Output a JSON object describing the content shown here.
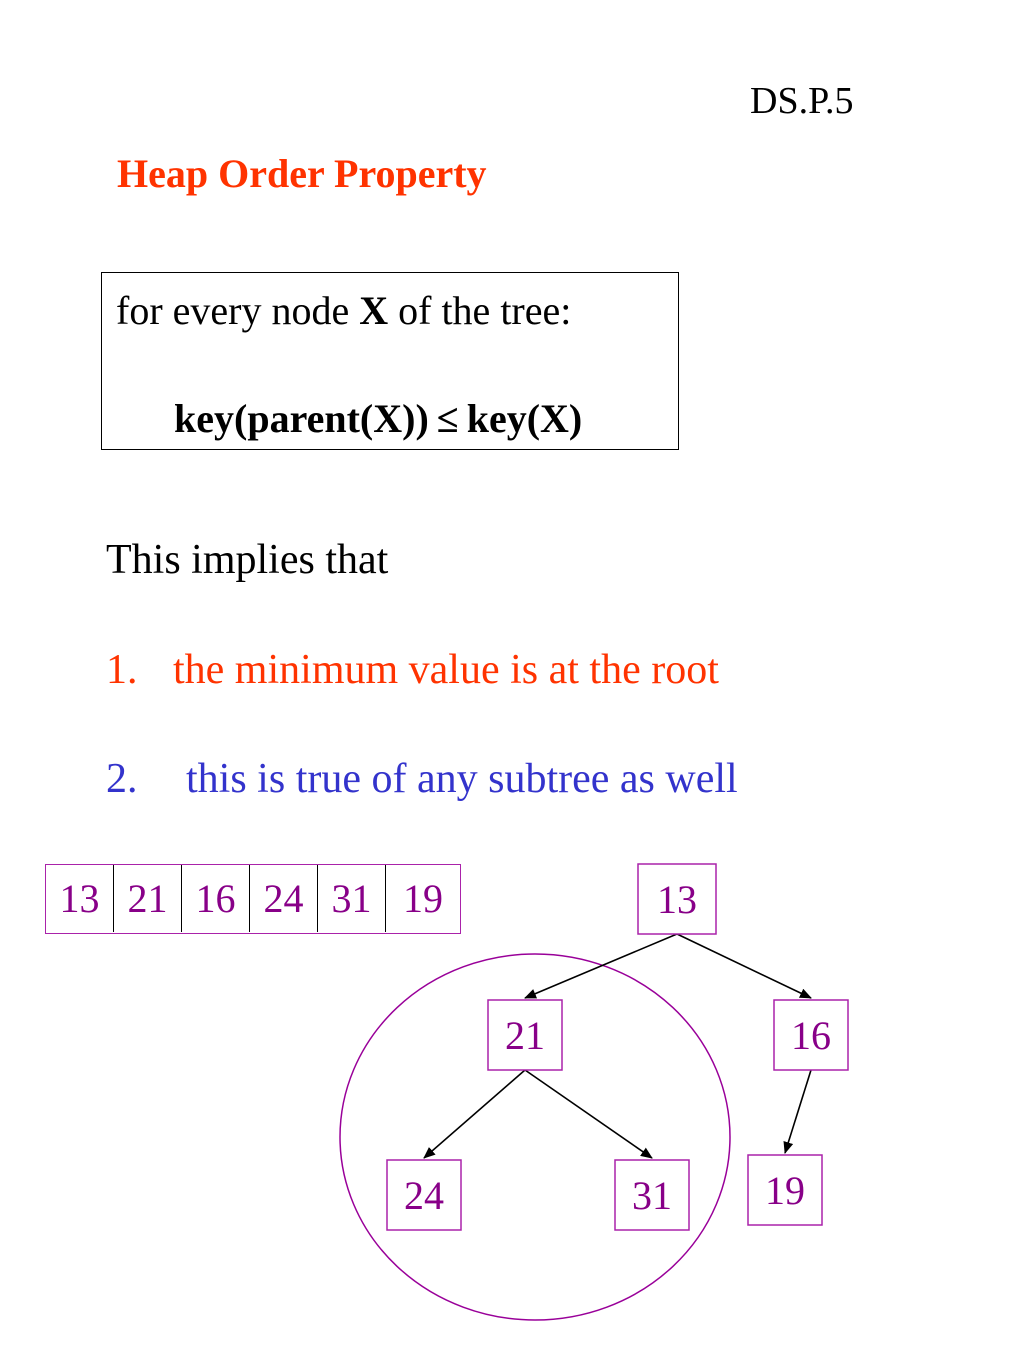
{
  "page_id": "DS.P.5",
  "title": "Heap Order Property",
  "rule": {
    "line1_prefix": "for every node ",
    "line1_var": "X",
    "line1_suffix": " of the tree:",
    "line2_lhs": "key(parent(X))",
    "line2_op": "≤",
    "line2_rhs": "key(X)"
  },
  "implies_text": "This implies that",
  "points": [
    {
      "number": "1.",
      "text": "the minimum value is at the root"
    },
    {
      "number": "2.",
      "text": "this is true of any subtree as well"
    }
  ],
  "heap_array": [
    "13",
    "21",
    "16",
    "24",
    "31",
    "19"
  ],
  "tree": {
    "nodes": [
      {
        "id": "n13",
        "label": "13"
      },
      {
        "id": "n21",
        "label": "21"
      },
      {
        "id": "n16",
        "label": "16"
      },
      {
        "id": "n24",
        "label": "24"
      },
      {
        "id": "n31",
        "label": "31"
      },
      {
        "id": "n19",
        "label": "19"
      }
    ],
    "edges": [
      {
        "from": "n13",
        "to": "n21"
      },
      {
        "from": "n13",
        "to": "n16"
      },
      {
        "from": "n21",
        "to": "n24"
      },
      {
        "from": "n21",
        "to": "n31"
      },
      {
        "from": "n16",
        "to": "n19"
      }
    ],
    "highlighted_subtree_root": "n21"
  },
  "colors": {
    "title": "#ff3300",
    "point1": "#ff3300",
    "point2": "#3333cc",
    "node_text": "#880088",
    "node_border": "#aa22aa",
    "subtree_circle": "#990099",
    "edge": "#000000"
  }
}
